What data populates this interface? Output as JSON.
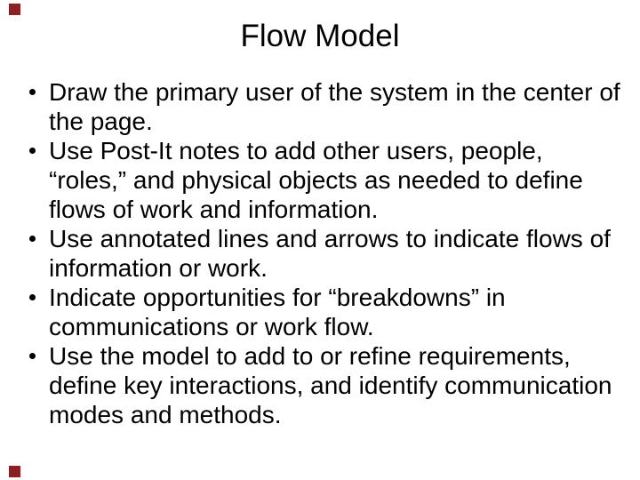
{
  "slide": {
    "title": "Flow Model",
    "background_color": "#ffffff",
    "text_color": "#000000",
    "decoration_color": "#8b2024",
    "bullets": [
      {
        "lines": [
          "Draw the primary user of the system in the center of",
          "the page."
        ]
      },
      {
        "lines": [
          "Use Post-It notes to add other users, people,",
          "“roles,” and physical objects as needed to define",
          "flows of work and information."
        ]
      },
      {
        "lines": [
          "Use annotated lines and arrows to indicate flows of",
          "information or work."
        ]
      },
      {
        "lines": [
          "Indicate opportunities for “breakdowns” in",
          "communications or work flow."
        ]
      },
      {
        "lines": [
          "Use the model to add to or refine requirements,",
          "define key interactions, and identify communication",
          "modes and methods."
        ]
      }
    ]
  }
}
